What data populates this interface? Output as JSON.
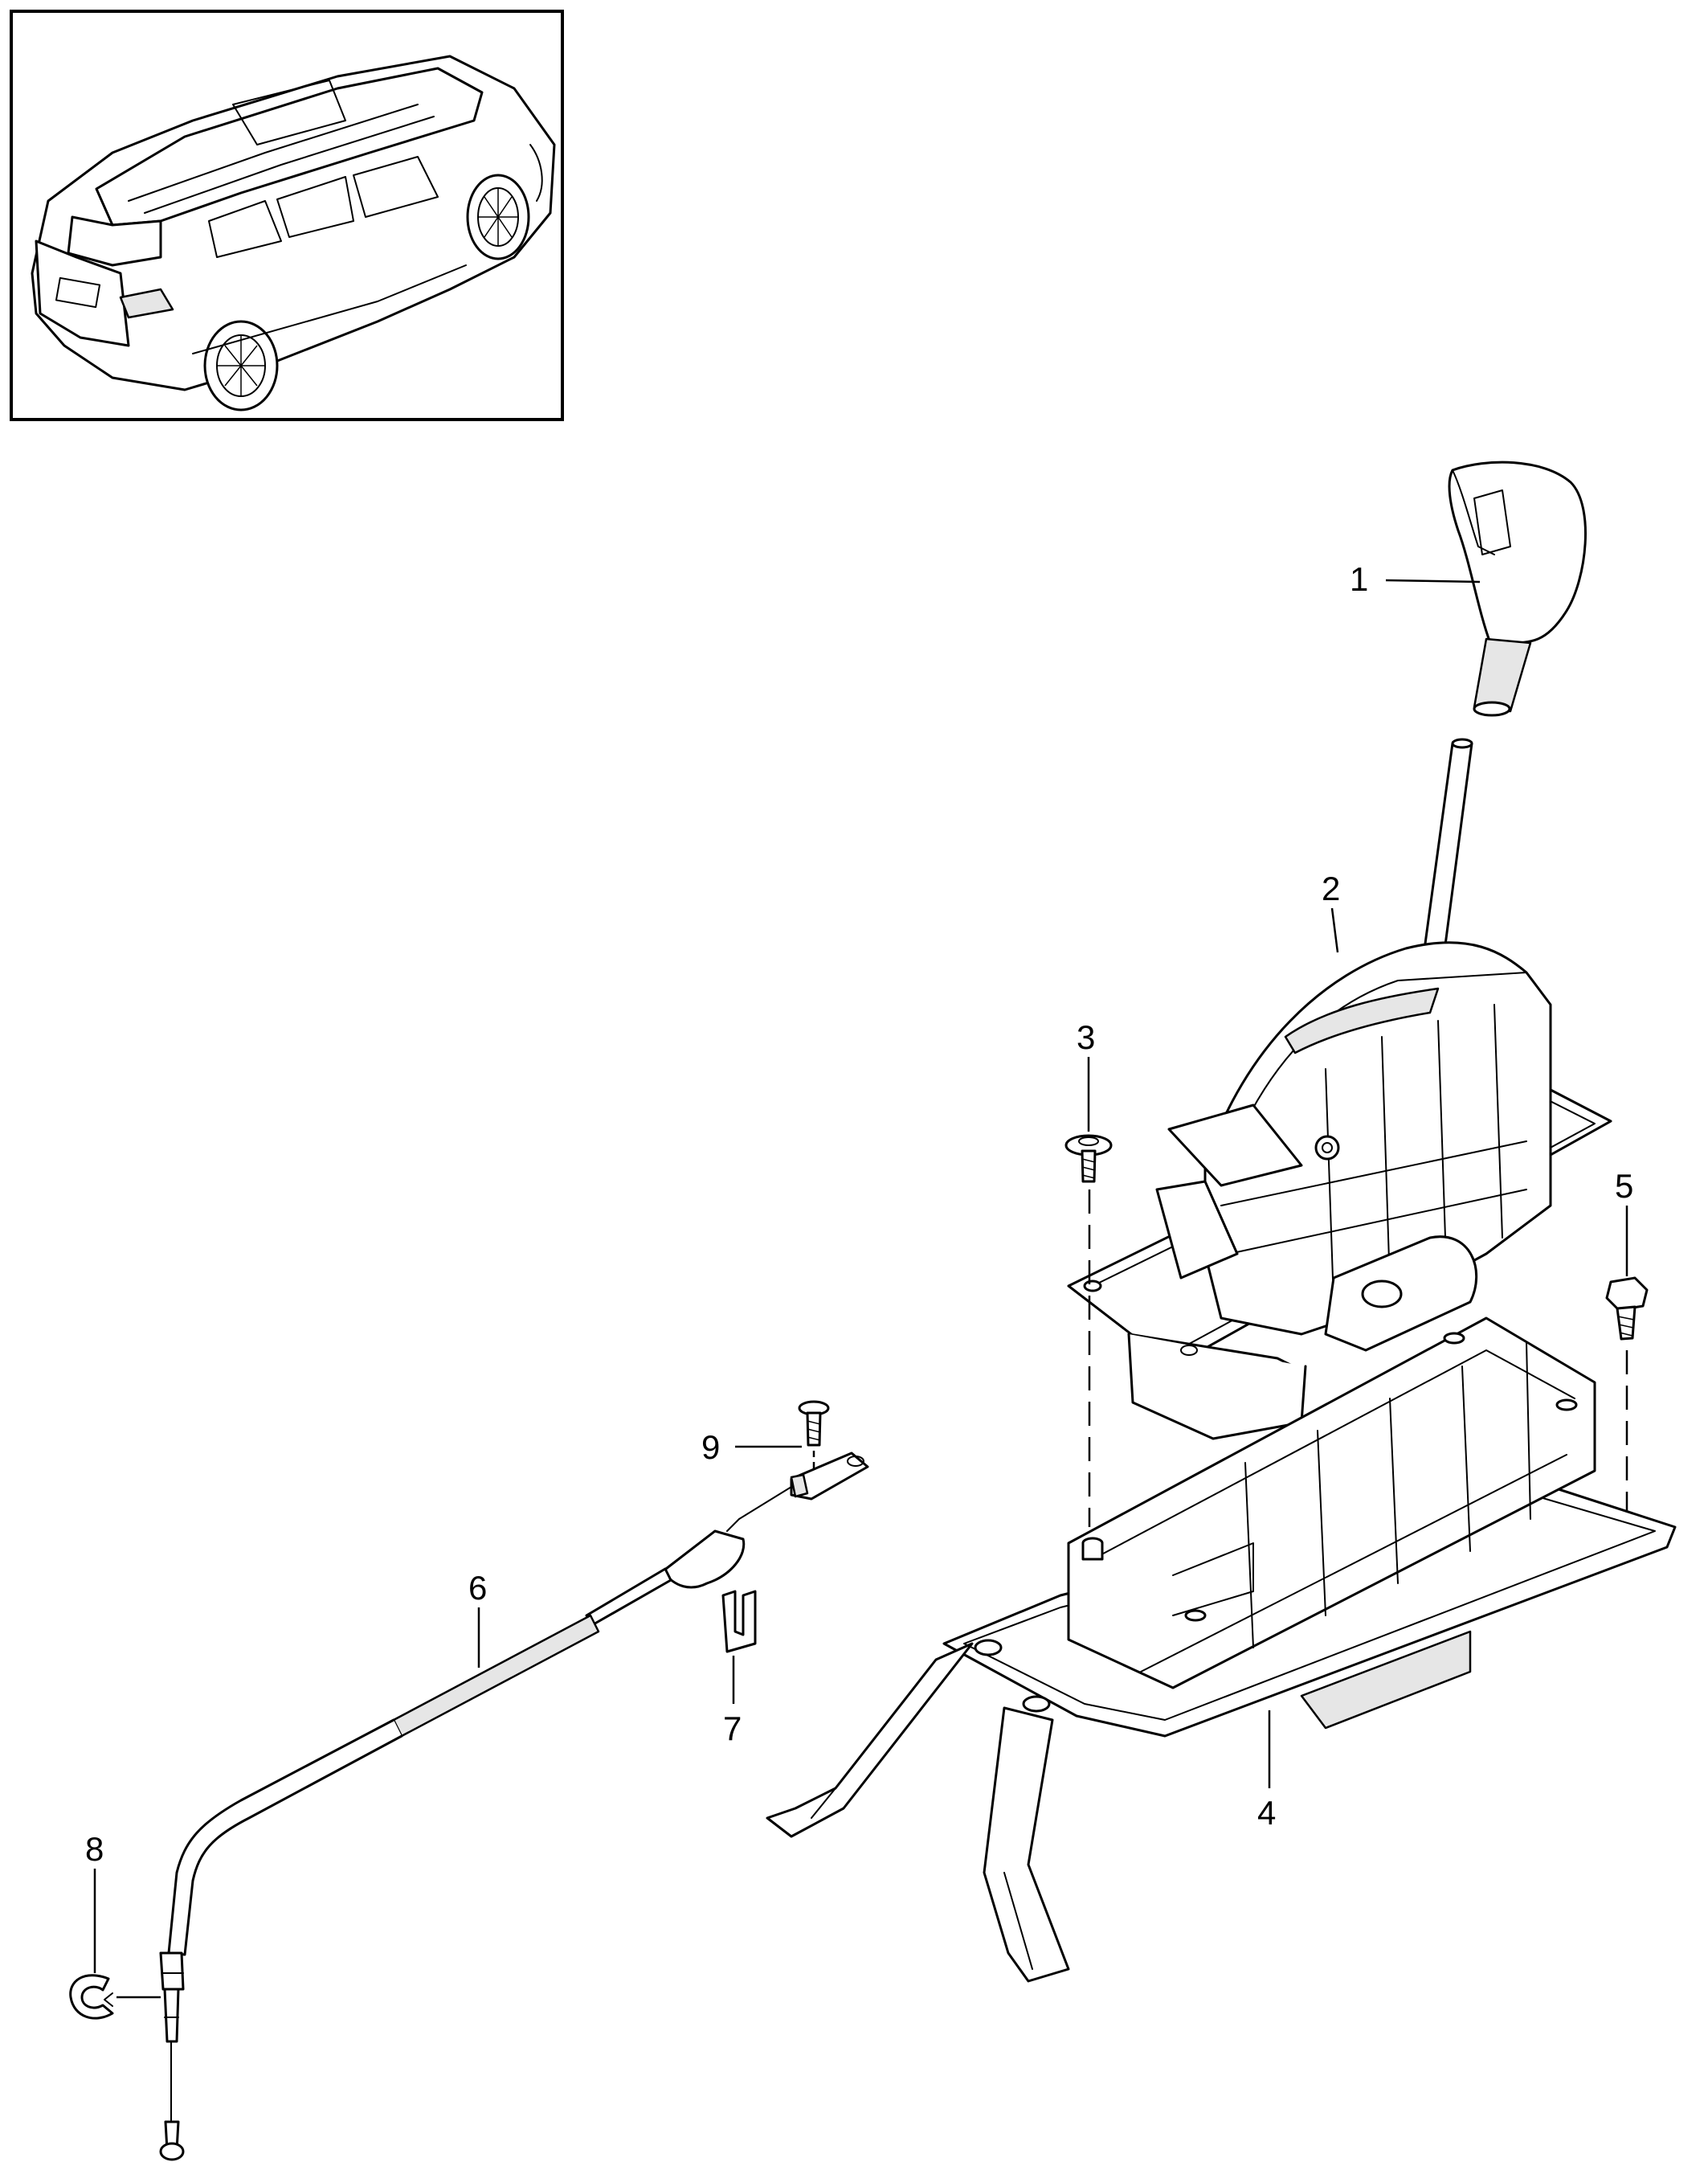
{
  "diagram": {
    "callouts": [
      {
        "id": 1,
        "label": "1"
      },
      {
        "id": 2,
        "label": "2"
      },
      {
        "id": 3,
        "label": "3"
      },
      {
        "id": 4,
        "label": "4"
      },
      {
        "id": 5,
        "label": "5"
      },
      {
        "id": 6,
        "label": "6"
      },
      {
        "id": 7,
        "label": "7"
      },
      {
        "id": 8,
        "label": "8"
      },
      {
        "id": 9,
        "label": "9"
      }
    ],
    "colors": {
      "line": "#000000",
      "background": "#ffffff",
      "shading": "#e6e6e6"
    },
    "icons": [
      "vehicle-overview",
      "selector-lever-knob",
      "shift-lever-housing",
      "bracket",
      "shift-cable"
    ]
  }
}
